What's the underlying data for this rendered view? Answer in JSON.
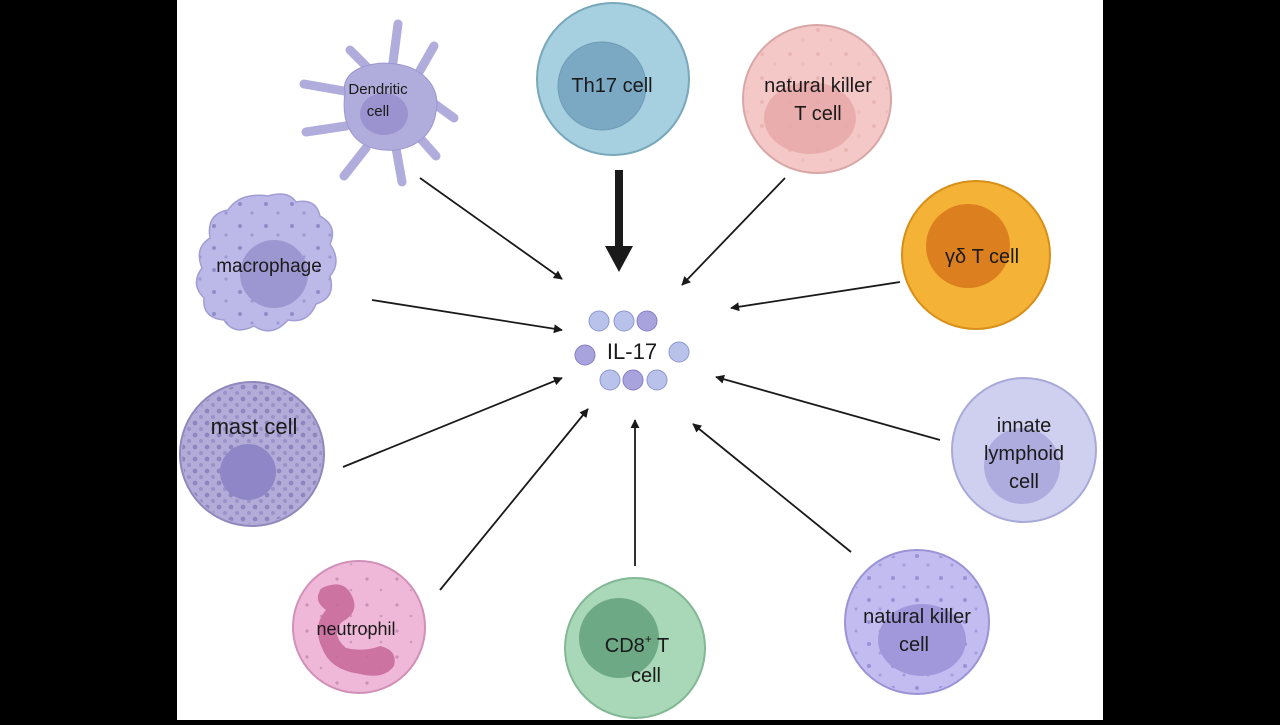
{
  "diagram": {
    "center_label": "IL-17",
    "cells": {
      "dendritic": {
        "lines": [
          "Dendritic",
          "cell"
        ]
      },
      "th17": {
        "lines": [
          "Th17 cell"
        ]
      },
      "nkt": {
        "lines": [
          "natural killer",
          "T cell"
        ]
      },
      "gd": {
        "lines": [
          "γδ T cell"
        ]
      },
      "macrophage": {
        "lines": [
          "macrophage"
        ]
      },
      "mast": {
        "lines": [
          "mast cell"
        ]
      },
      "ilc": {
        "lines": [
          "innate",
          "lymphoid",
          "cell"
        ]
      },
      "neutrophil": {
        "lines": [
          "neutrophil"
        ]
      },
      "cd8": {
        "line1_main": "CD8",
        "line1_sup": "+",
        "line1_tail": " T",
        "line2": "cell"
      },
      "nk": {
        "lines": [
          "natural killer",
          "cell"
        ]
      }
    }
  }
}
